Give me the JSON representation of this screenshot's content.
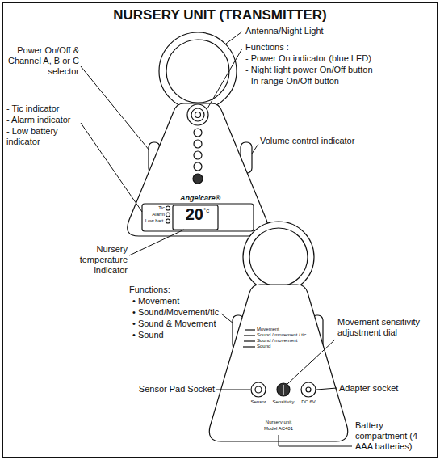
{
  "diagram": {
    "title": "NURSERY UNIT (TRANSMITTER)",
    "labels": [
      "Antenna/Night Light",
      "Functions :",
      "- Power On indicator (blue LED)",
      "- Night light power On/Off button",
      "- In range On/Off button",
      "Power On/Off & Channel A, B or C selector",
      "- Tic indicator",
      "- Alarm indicator",
      "- Low battery indicator",
      "Volume control indicator",
      "Angelcare®",
      "Tic",
      "Alarm",
      "Low batt.",
      "20",
      "°c",
      "Nursery temperature indicator",
      "Functions:",
      "• Movement",
      "• Sound/Movement/tic",
      "• Sound & Movement",
      "• Sound",
      "Movement sensitivity adjustment dial",
      "Sensor Pad Socket",
      "Adapter socket",
      "Battery compartment (4 AAA batteries)",
      "Movement",
      "Sound / movement / tic",
      "Sound / movement",
      "Sound",
      "Sensor",
      "Sensitivity",
      "DC 6V",
      "Nursery unit",
      "Model AC401"
    ]
  }
}
